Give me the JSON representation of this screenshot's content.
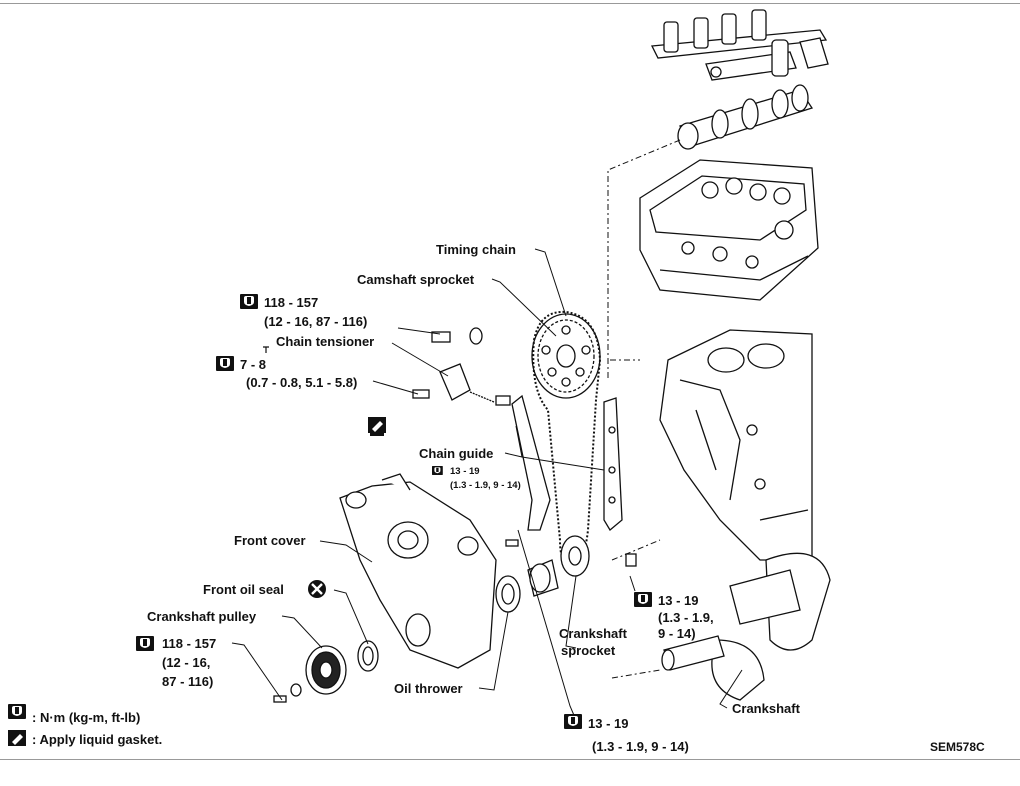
{
  "labels": {
    "timing_chain": "Timing chain",
    "camshaft_sprocket": "Camshaft sprocket",
    "chain_tensioner": "Chain tensioner",
    "chain_guide": "Chain guide",
    "front_cover": "Front cover",
    "front_oil_seal": "Front oil seal",
    "crankshaft_pulley": "Crankshaft pulley",
    "oil_thrower": "Oil thrower",
    "crankshaft_sprocket_1": "Crankshaft",
    "crankshaft_sprocket_2": "sprocket",
    "crankshaft": "Crankshaft"
  },
  "torques": {
    "sprocket_bolt_1": "118 - 157",
    "sprocket_bolt_2": "(12 - 16, 87 - 116)",
    "tensioner_1": "7 - 8",
    "tensioner_2": "(0.7 - 0.8, 5.1 - 5.8)",
    "guide_1": "13 - 19",
    "guide_2": "(1.3 - 1.9, 9 - 14)",
    "right_1": "13 - 19",
    "right_2": "(1.3 - 1.9,",
    "right_3": "9 - 14)",
    "pulley_1": "118 - 157",
    "pulley_2": "(12 - 16,",
    "pulley_3": "87 - 116)",
    "bottom_1": "13 - 19",
    "bottom_2": "(1.3 - 1.9, 9 - 14)"
  },
  "legend": {
    "torque": ":  N·m (kg-m, ft-lb)",
    "gasket": ":  Apply liquid gasket."
  },
  "code": "SEM578C"
}
